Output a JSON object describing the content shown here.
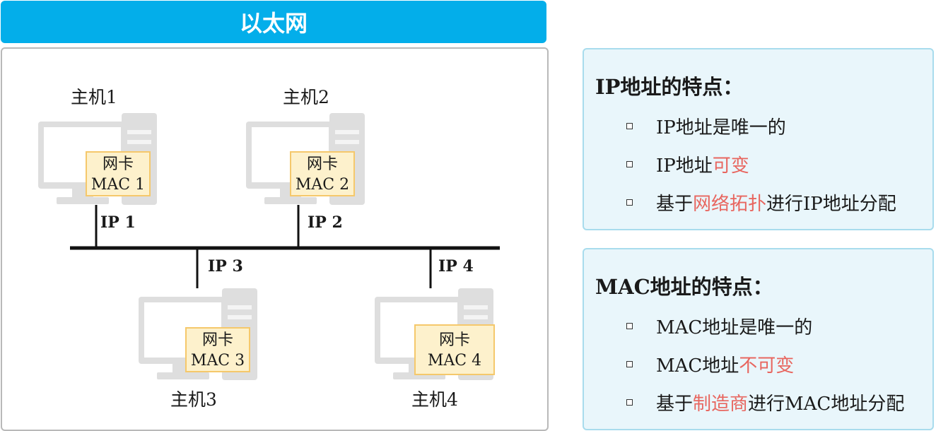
{
  "banner": {
    "title": "以太网"
  },
  "hosts": [
    {
      "name": "主机1",
      "nic_title": "网卡",
      "mac": "MAC 1",
      "ip": "IP 1"
    },
    {
      "name": "主机2",
      "nic_title": "网卡",
      "mac": "MAC 2",
      "ip": "IP 2"
    },
    {
      "name": "主机3",
      "nic_title": "网卡",
      "mac": "MAC 3",
      "ip": "IP 3"
    },
    {
      "name": "主机4",
      "nic_title": "网卡",
      "mac": "MAC 4",
      "ip": "IP 4"
    }
  ],
  "ip_panel": {
    "title": "IP地址的特点：",
    "items": [
      {
        "pre": "IP地址是唯一的",
        "hl": "",
        "post": ""
      },
      {
        "pre": "IP地址",
        "hl": "可变",
        "post": ""
      },
      {
        "pre": "基于",
        "hl": "网络拓扑",
        "post": "进行IP地址分配"
      }
    ]
  },
  "mac_panel": {
    "title": "MAC地址的特点：",
    "items": [
      {
        "pre": "MAC地址是唯一的",
        "hl": "",
        "post": ""
      },
      {
        "pre": "MAC地址",
        "hl": "不可变",
        "post": ""
      },
      {
        "pre": "基于",
        "hl": "制造商",
        "post": "进行MAC地址分配"
      }
    ]
  },
  "colors": {
    "banner": "#03aeea",
    "highlight": "#e8665f",
    "nic_fill": "#fdf1cc",
    "nic_border": "#f5c86b",
    "panel_fill": "#e9f6fb",
    "panel_border": "#a8dced",
    "computer_gray": "#dedede"
  }
}
